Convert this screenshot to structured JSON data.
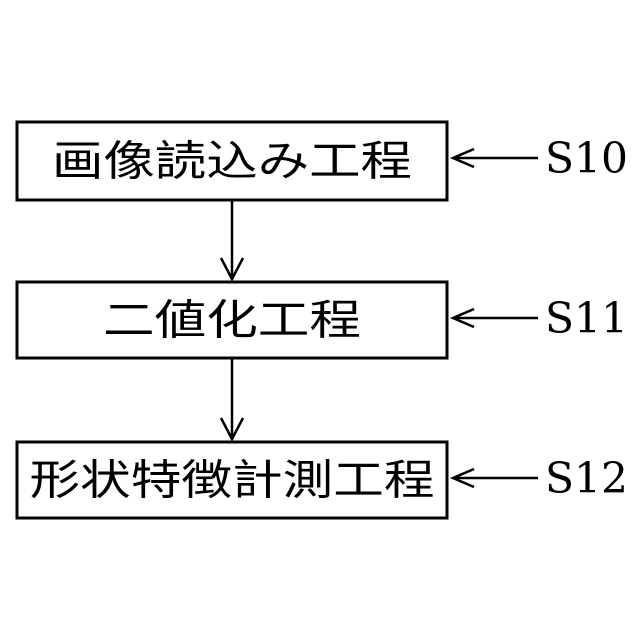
{
  "steps": [
    {
      "label": "画像読込み工程",
      "ref": "S10"
    },
    {
      "label": "二値化工程",
      "ref": "S11"
    },
    {
      "label": "形状特徴計測工程",
      "ref": "S12"
    }
  ],
  "colors": {
    "stroke": "#000000",
    "background": "#ffffff"
  }
}
